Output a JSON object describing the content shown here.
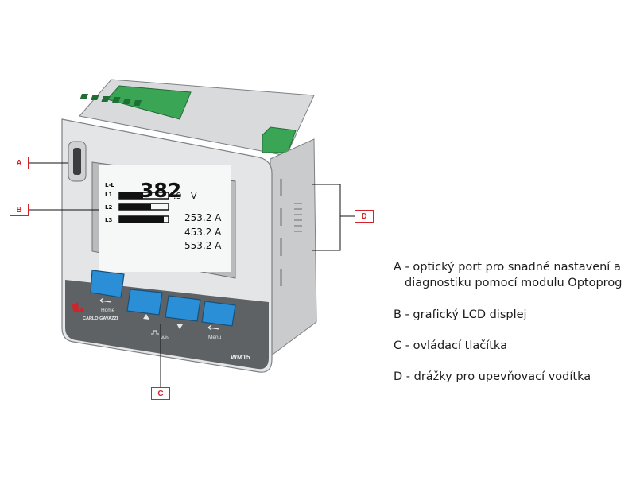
{
  "callouts": {
    "a": "A",
    "b": "B",
    "c": "C",
    "d": "D"
  },
  "lcd": {
    "phase_ll": "L-L",
    "phase_l1": "L1",
    "phase_l2": "L2",
    "phase_l3": "L3",
    "voltage_main": "382",
    "voltage_decimal": ".9",
    "voltage_unit": "V",
    "current_l1": "253.2 A",
    "current_l2": "453.2 A",
    "current_l3": "553.2 A"
  },
  "panel": {
    "button_home": "Home",
    "button_energy": "Wh",
    "button_menu": "Menu",
    "brand": "CARLO GAVAZZI",
    "model": "WM15"
  },
  "legend": [
    {
      "line1": "A - optický port pro snadné nastavení a",
      "line2": "diagnostiku pomocí modulu Optoprog"
    },
    {
      "line1": "B - grafický LCD displej"
    },
    {
      "line1": "C - ovládací tlačítka"
    },
    {
      "line1": "D - drážky pro upevňovací vodítka"
    }
  ],
  "colors": {
    "callout_red": "#d2232a",
    "button_blue": "#2a8fd6",
    "terminal_green": "#3aa655",
    "housing_gray": "#d4d6d7"
  }
}
